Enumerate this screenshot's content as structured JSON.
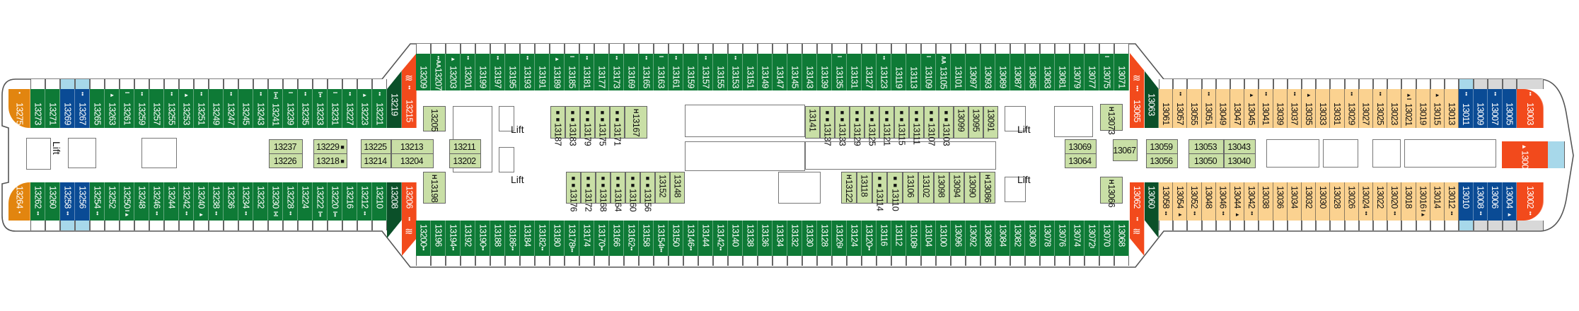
{
  "colors": {
    "g": "#0e7a36",
    "d": "#0b5029",
    "r": "#f24a1c",
    "o": "#e2850f",
    "y": "#fbd290",
    "b": "#0a4b95",
    "i": "#c9dfa6",
    "lb": "#a7d8ea",
    "gr": "#d8d8d8",
    "outline": "#555555"
  },
  "labels": {
    "lift": "Lift",
    "wave_icon": "≋"
  },
  "rows": {
    "upper_left": [
      {
        "n": "13275",
        "t": "o",
        "s": "•"
      },
      {
        "n": "13273",
        "t": "g",
        "s": ""
      },
      {
        "n": "13271",
        "t": "g",
        "s": ""
      },
      {
        "n": "13269",
        "t": "b",
        "s": ""
      },
      {
        "n": "13267",
        "t": "b",
        "s": "••"
      },
      {
        "n": "13265",
        "t": "g",
        "s": ""
      },
      {
        "n": "13263",
        "t": "g",
        "s": "▸"
      },
      {
        "n": "13261",
        "t": "g",
        "s": "I"
      },
      {
        "n": "13259",
        "t": "g",
        "s": "••"
      },
      {
        "n": "13257",
        "t": "g",
        "s": ""
      },
      {
        "n": "13255",
        "t": "g",
        "s": "••"
      },
      {
        "n": "13253",
        "t": "g",
        "s": "▸"
      },
      {
        "n": "13251",
        "t": "g",
        "s": "••"
      },
      {
        "n": "13249",
        "t": "g",
        "s": ""
      },
      {
        "n": "13247",
        "t": "g",
        "s": "••"
      },
      {
        "n": "13245",
        "t": "g",
        "s": ""
      },
      {
        "n": "13243",
        "t": "g",
        "s": "••"
      },
      {
        "n": "13241",
        "t": "g",
        "s": "I••I"
      },
      {
        "n": "13239",
        "t": "g",
        "s": "I"
      },
      {
        "n": "13235",
        "t": "g",
        "s": "••"
      },
      {
        "n": "13233",
        "t": "g",
        "s": "I••"
      },
      {
        "n": "13231",
        "t": "g",
        "s": "I"
      },
      {
        "n": "13227",
        "t": "g",
        "s": "••"
      },
      {
        "n": "13223",
        "t": "g",
        "s": "▸"
      },
      {
        "n": "13221",
        "t": "g",
        "s": "••"
      },
      {
        "n": "13219",
        "t": "d",
        "s": ""
      },
      {
        "n": "13215",
        "t": "r",
        "s": "••"
      }
    ],
    "upper_main": [
      {
        "n": "13209",
        "t": "g",
        "s": ""
      },
      {
        "n": "13207",
        "t": "g",
        "s": "••AA"
      },
      {
        "n": "13203",
        "t": "g",
        "s": "▸"
      },
      {
        "n": "13201",
        "t": "g",
        "s": "••"
      },
      {
        "n": "13199",
        "t": "g",
        "s": ""
      },
      {
        "n": "13197",
        "t": "g",
        "s": "••"
      },
      {
        "n": "13195",
        "t": "g",
        "s": ""
      },
      {
        "n": "13193",
        "t": "g",
        "s": "••"
      },
      {
        "n": "13191",
        "t": "g",
        "s": ""
      },
      {
        "n": "13189",
        "t": "g",
        "s": "▸"
      },
      {
        "n": "13185",
        "t": "g",
        "s": "I"
      },
      {
        "n": "13181",
        "t": "g",
        "s": "••"
      },
      {
        "n": "13177",
        "t": "g",
        "s": ""
      },
      {
        "n": "13173",
        "t": "g",
        "s": "••"
      },
      {
        "n": "13169",
        "t": "g",
        "s": ""
      },
      {
        "n": "13165",
        "t": "g",
        "s": "••"
      },
      {
        "n": "13163",
        "t": "g",
        "s": "I"
      },
      {
        "n": "13161",
        "t": "g",
        "s": "••"
      },
      {
        "n": "13159",
        "t": "g",
        "s": ""
      },
      {
        "n": "13157",
        "t": "g",
        "s": "••"
      },
      {
        "n": "13155",
        "t": "g",
        "s": ""
      },
      {
        "n": "13153",
        "t": "g",
        "s": "••"
      },
      {
        "n": "13151",
        "t": "g",
        "s": ""
      },
      {
        "n": "13149",
        "t": "g",
        "s": ""
      },
      {
        "n": "13147",
        "t": "g",
        "s": ""
      },
      {
        "n": "13145",
        "t": "g",
        "s": ""
      },
      {
        "n": "13143",
        "t": "g",
        "s": ""
      },
      {
        "n": "13139",
        "t": "g",
        "s": ""
      },
      {
        "n": "13135",
        "t": "g",
        "s": "I"
      },
      {
        "n": "13131",
        "t": "g",
        "s": ""
      },
      {
        "n": "13127",
        "t": "g",
        "s": ""
      },
      {
        "n": "13123",
        "t": "g",
        "s": "••"
      },
      {
        "n": "13119",
        "t": "g",
        "s": ""
      },
      {
        "n": "13113",
        "t": "g",
        "s": ""
      },
      {
        "n": "13109",
        "t": "g",
        "s": "I"
      },
      {
        "n": "13105",
        "t": "g",
        "s": "AA"
      },
      {
        "n": "13101",
        "t": "g",
        "s": ""
      },
      {
        "n": "13097",
        "t": "g",
        "s": ""
      },
      {
        "n": "13093",
        "t": "g",
        "s": ""
      },
      {
        "n": "13089",
        "t": "g",
        "s": ""
      },
      {
        "n": "13087",
        "t": "g",
        "s": ""
      },
      {
        "n": "13085",
        "t": "g",
        "s": ""
      },
      {
        "n": "13083",
        "t": "g",
        "s": ""
      },
      {
        "n": "13081",
        "t": "g",
        "s": ""
      },
      {
        "n": "13079",
        "t": "g",
        "s": ""
      },
      {
        "n": "13077",
        "t": "g",
        "s": ""
      },
      {
        "n": "13075",
        "t": "g",
        "s": "I"
      },
      {
        "n": "13071",
        "t": "g",
        "s": ""
      }
    ],
    "upper_right": [
      {
        "n": "13065",
        "t": "r",
        "s": "•••"
      },
      {
        "n": "13063",
        "t": "d",
        "s": "••"
      },
      {
        "n": "13061",
        "t": "y",
        "s": ""
      },
      {
        "n": "13057",
        "t": "y",
        "s": "••"
      },
      {
        "n": "13055",
        "t": "y",
        "s": ""
      },
      {
        "n": "13051",
        "t": "y",
        "s": "••"
      },
      {
        "n": "13049",
        "t": "y",
        "s": ""
      },
      {
        "n": "13047",
        "t": "y",
        "s": ""
      },
      {
        "n": "13045",
        "t": "y",
        "s": "▸"
      },
      {
        "n": "13041",
        "t": "y",
        "s": "••"
      },
      {
        "n": "13039",
        "t": "y",
        "s": ""
      },
      {
        "n": "13037",
        "t": "y",
        "s": "••"
      },
      {
        "n": "13035",
        "t": "y",
        "s": "▸"
      },
      {
        "n": "13033",
        "t": "y",
        "s": ""
      },
      {
        "n": "13031",
        "t": "y",
        "s": ""
      },
      {
        "n": "13029",
        "t": "y",
        "s": "••"
      },
      {
        "n": "13027",
        "t": "y",
        "s": ""
      },
      {
        "n": "13025",
        "t": "y",
        "s": "••"
      },
      {
        "n": "13023",
        "t": "y",
        "s": ""
      },
      {
        "n": "13021",
        "t": "y",
        "s": "▸I"
      },
      {
        "n": "13019",
        "t": "y",
        "s": ""
      },
      {
        "n": "13015",
        "t": "y",
        "s": "▸"
      },
      {
        "n": "13013",
        "t": "y",
        "s": ""
      },
      {
        "n": "13011",
        "t": "b",
        "s": "••"
      },
      {
        "n": "13009",
        "t": "b",
        "s": ""
      },
      {
        "n": "13007",
        "t": "b",
        "s": "••"
      },
      {
        "n": "13005",
        "t": "b",
        "s": ""
      },
      {
        "n": "13003",
        "t": "r",
        "s": "••"
      }
    ],
    "lower_left": [
      {
        "n": "13264",
        "t": "o",
        "s": "•"
      },
      {
        "n": "13262",
        "t": "g",
        "s": "••"
      },
      {
        "n": "13260",
        "t": "g",
        "s": ""
      },
      {
        "n": "13258",
        "t": "b",
        "s": "••"
      },
      {
        "n": "13256",
        "t": "b",
        "s": ""
      },
      {
        "n": "13254",
        "t": "g",
        "s": "••"
      },
      {
        "n": "13252",
        "t": "g",
        "s": ""
      },
      {
        "n": "13250",
        "t": "g",
        "s": "I▸"
      },
      {
        "n": "13248",
        "t": "g",
        "s": ""
      },
      {
        "n": "13246",
        "t": "g",
        "s": "••"
      },
      {
        "n": "13244",
        "t": "g",
        "s": ""
      },
      {
        "n": "13242",
        "t": "g",
        "s": "••"
      },
      {
        "n": "13240",
        "t": "g",
        "s": "▸"
      },
      {
        "n": "13238",
        "t": "g",
        "s": "••"
      },
      {
        "n": "13236",
        "t": "g",
        "s": ""
      },
      {
        "n": "13234",
        "t": "g",
        "s": "••"
      },
      {
        "n": "13232",
        "t": "g",
        "s": ""
      },
      {
        "n": "13230",
        "t": "g",
        "s": "I•I"
      },
      {
        "n": "13228",
        "t": "g",
        "s": "••"
      },
      {
        "n": "13224",
        "t": "g",
        "s": ""
      },
      {
        "n": "13222",
        "t": "g",
        "s": "I••"
      },
      {
        "n": "13220",
        "t": "g",
        "s": "I••"
      },
      {
        "n": "13216",
        "t": "g",
        "s": ""
      },
      {
        "n": "13212",
        "t": "g",
        "s": "••"
      },
      {
        "n": "13210",
        "t": "g",
        "s": ""
      },
      {
        "n": "13208",
        "t": "d",
        "s": "••"
      },
      {
        "n": "13206",
        "t": "r",
        "s": "••"
      }
    ],
    "lower_main": [
      {
        "n": "13200",
        "t": "g",
        "s": "••"
      },
      {
        "n": "13196",
        "t": "g",
        "s": ""
      },
      {
        "n": "13194",
        "t": "g",
        "s": "••"
      },
      {
        "n": "13192",
        "t": "g",
        "s": ""
      },
      {
        "n": "13190",
        "t": "g",
        "s": "••"
      },
      {
        "n": "13188",
        "t": "g",
        "s": ""
      },
      {
        "n": "13186",
        "t": "g",
        "s": "••"
      },
      {
        "n": "13184",
        "t": "g",
        "s": ""
      },
      {
        "n": "13182",
        "t": "g",
        "s": "••"
      },
      {
        "n": "13180",
        "t": "g",
        "s": ""
      },
      {
        "n": "13178",
        "t": "g",
        "s": "I••"
      },
      {
        "n": "13174",
        "t": "g",
        "s": ""
      },
      {
        "n": "13170",
        "t": "g",
        "s": "••"
      },
      {
        "n": "13166",
        "t": "g",
        "s": ""
      },
      {
        "n": "13162",
        "t": "g",
        "s": "••"
      },
      {
        "n": "13158",
        "t": "g",
        "s": ""
      },
      {
        "n": "13154",
        "t": "g",
        "s": "I••"
      },
      {
        "n": "13150",
        "t": "g",
        "s": ""
      },
      {
        "n": "13146",
        "t": "g",
        "s": "••"
      },
      {
        "n": "13144",
        "t": "g",
        "s": ""
      },
      {
        "n": "13142",
        "t": "g",
        "s": "••"
      },
      {
        "n": "13140",
        "t": "g",
        "s": ""
      },
      {
        "n": "13138",
        "t": "g",
        "s": ""
      },
      {
        "n": "13136",
        "t": "g",
        "s": ""
      },
      {
        "n": "13134",
        "t": "g",
        "s": ""
      },
      {
        "n": "13132",
        "t": "g",
        "s": ""
      },
      {
        "n": "13130",
        "t": "g",
        "s": ""
      },
      {
        "n": "13128",
        "t": "g",
        "s": ""
      },
      {
        "n": "13126",
        "t": "g",
        "s": "I"
      },
      {
        "n": "13124",
        "t": "g",
        "s": ""
      },
      {
        "n": "13120",
        "t": "g",
        "s": "••"
      },
      {
        "n": "13116",
        "t": "g",
        "s": ""
      },
      {
        "n": "13112",
        "t": "g",
        "s": ""
      },
      {
        "n": "13108",
        "t": "g",
        "s": "I"
      },
      {
        "n": "13104",
        "t": "g",
        "s": ""
      },
      {
        "n": "13100",
        "t": "g",
        "s": ""
      },
      {
        "n": "13096",
        "t": "g",
        "s": ""
      },
      {
        "n": "13092",
        "t": "g",
        "s": ""
      },
      {
        "n": "13088",
        "t": "g",
        "s": ""
      },
      {
        "n": "13084",
        "t": "g",
        "s": ""
      },
      {
        "n": "13082",
        "t": "g",
        "s": ""
      },
      {
        "n": "13080",
        "t": "g",
        "s": ""
      },
      {
        "n": "13078",
        "t": "g",
        "s": ""
      },
      {
        "n": "13076",
        "t": "g",
        "s": ""
      },
      {
        "n": "13074",
        "t": "g",
        "s": ""
      },
      {
        "n": "13072",
        "t": "g",
        "s": "I"
      },
      {
        "n": "13070",
        "t": "g",
        "s": ""
      },
      {
        "n": "13068",
        "t": "g",
        "s": ""
      }
    ],
    "lower_right": [
      {
        "n": "13062",
        "t": "r",
        "s": "••"
      },
      {
        "n": "13060",
        "t": "d",
        "s": ""
      },
      {
        "n": "13058",
        "t": "y",
        "s": "••"
      },
      {
        "n": "13054",
        "t": "y",
        "s": "▸"
      },
      {
        "n": "13052",
        "t": "y",
        "s": "••"
      },
      {
        "n": "13048",
        "t": "y",
        "s": ""
      },
      {
        "n": "13046",
        "t": "y",
        "s": "••"
      },
      {
        "n": "13044",
        "t": "y",
        "s": "▸"
      },
      {
        "n": "13042",
        "t": "y",
        "s": "••"
      },
      {
        "n": "13038",
        "t": "y",
        "s": ""
      },
      {
        "n": "13036",
        "t": "y",
        "s": ""
      },
      {
        "n": "13034",
        "t": "y",
        "s": ""
      },
      {
        "n": "13032",
        "t": "y",
        "s": ""
      },
      {
        "n": "13030",
        "t": "y",
        "s": ""
      },
      {
        "n": "13028",
        "t": "y",
        "s": ""
      },
      {
        "n": "13026",
        "t": "y",
        "s": ""
      },
      {
        "n": "13024",
        "t": "y",
        "s": "••"
      },
      {
        "n": "13022",
        "t": "y",
        "s": ""
      },
      {
        "n": "13020",
        "t": "y",
        "s": "••"
      },
      {
        "n": "13018",
        "t": "y",
        "s": ""
      },
      {
        "n": "13016",
        "t": "y",
        "s": "I▸"
      },
      {
        "n": "13014",
        "t": "y",
        "s": ""
      },
      {
        "n": "13012",
        "t": "y",
        "s": "••"
      },
      {
        "n": "13010",
        "t": "b",
        "s": ""
      },
      {
        "n": "13008",
        "t": "b",
        "s": "••"
      },
      {
        "n": "13006",
        "t": "b",
        "s": ""
      },
      {
        "n": "13004",
        "t": "b",
        "s": "▸"
      },
      {
        "n": "13002",
        "t": "r",
        "s": "••"
      }
    ]
  },
  "interior": {
    "left_top": [
      {
        "n": "13237",
        "s": ""
      },
      {
        "n": "13229",
        "s": "■"
      },
      {
        "n": "13225",
        "s": ""
      },
      {
        "n": "13213",
        "s": ""
      },
      {
        "n": "13211",
        "s": ""
      }
    ],
    "left_bottom": [
      {
        "n": "13226",
        "s": ""
      },
      {
        "n": "13218",
        "s": "■"
      },
      {
        "n": "13214",
        "s": ""
      },
      {
        "n": "13204",
        "s": ""
      },
      {
        "n": "13202",
        "s": ""
      }
    ],
    "fwd_upper": [
      {
        "n": "13205",
        "s": ""
      }
    ],
    "fwd_lower": [
      {
        "n": "13198",
        "s": "H"
      }
    ],
    "mid_upper_a": [
      {
        "n": "13187",
        "s": "■■"
      },
      {
        "n": "13183",
        "s": "■■"
      },
      {
        "n": "13179",
        "s": "■■"
      },
      {
        "n": "13175",
        "s": "■■"
      },
      {
        "n": "13171",
        "s": "■■"
      },
      {
        "n": "13167",
        "s": "H"
      }
    ],
    "mid_lower_a": [
      {
        "n": "13176",
        "s": "■■"
      },
      {
        "n": "13172",
        "s": "■■"
      },
      {
        "n": "13168",
        "s": "■■"
      },
      {
        "n": "13164",
        "s": "■■"
      },
      {
        "n": "13160",
        "s": "■■"
      },
      {
        "n": "13156",
        "s": "■■"
      },
      {
        "n": "13152",
        "s": ""
      },
      {
        "n": "13148",
        "s": ""
      }
    ],
    "mid_upper_b": [
      {
        "n": "13141",
        "s": ""
      },
      {
        "n": "13137",
        "s": "■■"
      },
      {
        "n": "13133",
        "s": "■■"
      },
      {
        "n": "13129",
        "s": "■■"
      },
      {
        "n": "13125",
        "s": "■■"
      },
      {
        "n": "13121",
        "s": "■■"
      },
      {
        "n": "13115",
        "s": "■■"
      },
      {
        "n": "13111",
        "s": "■■"
      },
      {
        "n": "13107",
        "s": "■■"
      },
      {
        "n": "13103",
        "s": "■■"
      },
      {
        "n": "13099",
        "s": ""
      },
      {
        "n": "13095",
        "s": ""
      },
      {
        "n": "13091",
        "s": ""
      }
    ],
    "mid_lower_b": [
      {
        "n": "13122",
        "s": "H"
      },
      {
        "n": "13118",
        "s": ""
      },
      {
        "n": "13114",
        "s": "■■"
      },
      {
        "n": "13110",
        "s": "■■"
      },
      {
        "n": "13106",
        "s": ""
      },
      {
        "n": "13102",
        "s": ""
      },
      {
        "n": "13098",
        "s": ""
      },
      {
        "n": "13094",
        "s": ""
      },
      {
        "n": "13090",
        "s": ""
      },
      {
        "n": "13086",
        "s": "H"
      }
    ],
    "aft_upper": [
      {
        "n": "13073",
        "s": "H"
      }
    ],
    "aft_lower": [
      {
        "n": "13066",
        "s": "H"
      }
    ],
    "right_top": [
      {
        "n": "13069",
        "s": ""
      },
      {
        "n": "13059",
        "s": ""
      },
      {
        "n": "13053",
        "s": ""
      },
      {
        "n": "13043",
        "s": ""
      }
    ],
    "right_bottom": [
      {
        "n": "13064",
        "s": ""
      },
      {
        "n": "13056",
        "s": ""
      },
      {
        "n": "13050",
        "s": ""
      },
      {
        "n": "13040",
        "s": ""
      }
    ],
    "right_single": [
      {
        "n": "13067",
        "s": ""
      }
    ],
    "stern_center": [
      {
        "n": "13001",
        "s": "▸"
      }
    ]
  }
}
